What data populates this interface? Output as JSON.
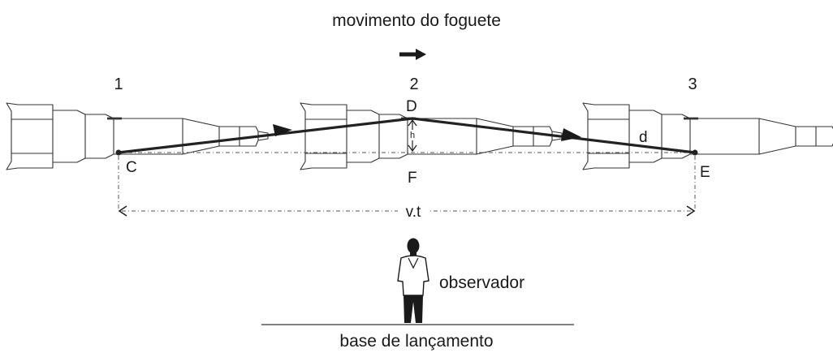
{
  "title": "movimento do foguete",
  "positions": [
    "1",
    "2",
    "3"
  ],
  "points": {
    "C": "C",
    "D": "D",
    "E": "E",
    "F": "F"
  },
  "labels": {
    "h": "h",
    "d": "d",
    "vt": "v.t"
  },
  "observer": "observador",
  "ground": "base de lançamento"
}
